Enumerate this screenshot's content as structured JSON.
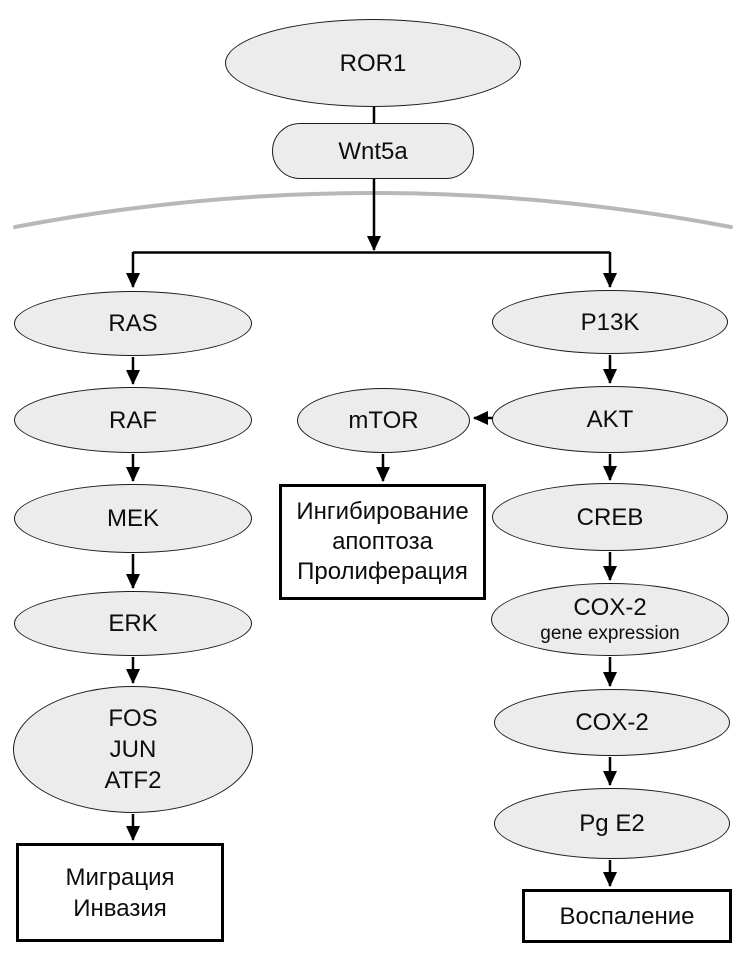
{
  "figure": {
    "type": "signaling-pathway-diagram",
    "colors": {
      "node_fill": "#ececec",
      "node_border": "#1c1c1c",
      "arrow": "#000000",
      "membrane": "#b8b8b8",
      "box_background": "#ffffff",
      "text": "#0d0d0d"
    },
    "membrane": {
      "name": "cell-membrane"
    },
    "nodes": {
      "ror1": {
        "shape": "ellipse",
        "lines": [
          "ROR1"
        ]
      },
      "wnt5a": {
        "shape": "stadium",
        "lines": [
          "Wnt5a"
        ]
      },
      "ras": {
        "shape": "ellipse",
        "lines": [
          "RAS"
        ]
      },
      "raf": {
        "shape": "ellipse",
        "lines": [
          "RAF"
        ]
      },
      "mek": {
        "shape": "ellipse",
        "lines": [
          "MEK"
        ]
      },
      "erk": {
        "shape": "ellipse",
        "lines": [
          "ERK"
        ]
      },
      "fos_jun_atf2": {
        "shape": "ellipse",
        "lines": [
          "FOS",
          "JUN",
          "ATF2"
        ]
      },
      "migration_invasion": {
        "shape": "box",
        "lines": [
          "Миграция",
          "Инвазия"
        ]
      },
      "mtor": {
        "shape": "ellipse",
        "lines": [
          "mTOR"
        ]
      },
      "apoptosis_inhibition": {
        "shape": "box",
        "lines": [
          "Ингибирование",
          "апоптоза",
          "Пролиферация"
        ]
      },
      "p13k": {
        "shape": "ellipse",
        "lines": [
          "P13K"
        ]
      },
      "akt": {
        "shape": "ellipse",
        "lines": [
          "AKT"
        ]
      },
      "creb": {
        "shape": "ellipse",
        "lines": [
          "CREB"
        ]
      },
      "cox2_gene_expression": {
        "shape": "ellipse",
        "lines": [
          "COX-2",
          "gene expression"
        ]
      },
      "cox2": {
        "shape": "ellipse",
        "lines": [
          "COX-2"
        ]
      },
      "pge2": {
        "shape": "ellipse",
        "lines": [
          "Pg E2"
        ]
      },
      "inflammation": {
        "shape": "box",
        "lines": [
          "Воспаление"
        ]
      }
    },
    "edges": [
      {
        "from": "ror1",
        "to": "wnt5a",
        "arrow": false
      },
      {
        "from": "wnt5a",
        "to": "branch-point",
        "arrow": true
      },
      {
        "from": "branch-point",
        "to": "ras",
        "arrow": true
      },
      {
        "from": "branch-point",
        "to": "p13k",
        "arrow": true
      },
      {
        "from": "ras",
        "to": "raf",
        "arrow": true
      },
      {
        "from": "raf",
        "to": "mek",
        "arrow": true
      },
      {
        "from": "mek",
        "to": "erk",
        "arrow": true
      },
      {
        "from": "erk",
        "to": "fos_jun_atf2",
        "arrow": true
      },
      {
        "from": "fos_jun_atf2",
        "to": "migration_invasion",
        "arrow": true
      },
      {
        "from": "p13k",
        "to": "akt",
        "arrow": true
      },
      {
        "from": "akt",
        "to": "mtor",
        "arrow": true
      },
      {
        "from": "mtor",
        "to": "apoptosis_inhibition",
        "arrow": true
      },
      {
        "from": "akt",
        "to": "creb",
        "arrow": true
      },
      {
        "from": "creb",
        "to": "cox2_gene_expression",
        "arrow": true
      },
      {
        "from": "cox2_gene_expression",
        "to": "cox2",
        "arrow": true
      },
      {
        "from": "cox2",
        "to": "pge2",
        "arrow": true
      },
      {
        "from": "pge2",
        "to": "inflammation",
        "arrow": true
      }
    ]
  }
}
